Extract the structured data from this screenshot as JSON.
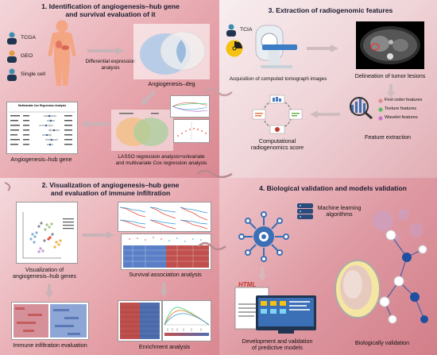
{
  "panel1": {
    "title_line1": "1. Identification of angiogenesis–hub gene",
    "title_line2": "and survival evaluation of it",
    "sources": [
      "TCGA",
      "GEO",
      "Single cell"
    ],
    "de_label_line1": "Differential expression",
    "de_label_line2": "analysis",
    "deg_label": "Angiogenesis–deg",
    "hub_label": "Angiogenesis–hub gene",
    "lasso_line1": "LASSO regression analysis+univariate",
    "lasso_line2": "and multivariate Cox regression analysis",
    "forest_title": "Multivariate Cox Regression Analysis"
  },
  "panel2": {
    "title_line1": "2. Visualization of angiogenesis–hub gene",
    "title_line2": "and evaluation of immune infiltration",
    "tsne_label_line1": "Visualization of",
    "tsne_label_line2": "angiogenesis–hub genes",
    "survival_label": "Survival association analysis",
    "immune_label": "Immune infiltration evaluation",
    "enrichment_label": "Enrichment analysis"
  },
  "panel3": {
    "title": "3. Extraction of radiogenomic features",
    "source": "TCIA",
    "ct_label": "Acquisition of computed tomograph images",
    "delineation_label": "Delineation of tumor lesions",
    "features": [
      "First order features",
      "Texture features",
      "Wavelet features"
    ],
    "feature_colors": [
      "#e08a8a",
      "#5fb85f",
      "#d070d0"
    ],
    "extraction_label": "Feature extraction",
    "score_line1": "Computational",
    "score_line2": "radiogenomics score"
  },
  "panel4": {
    "title": "4. Biological validation and models validation",
    "ml_line1": "Machine learning",
    "ml_line2": "algorithms",
    "html_text": "HTML",
    "dev_line1": "Development and validation",
    "dev_line2": "of predictive models",
    "bio_label": "Biologically validation"
  }
}
